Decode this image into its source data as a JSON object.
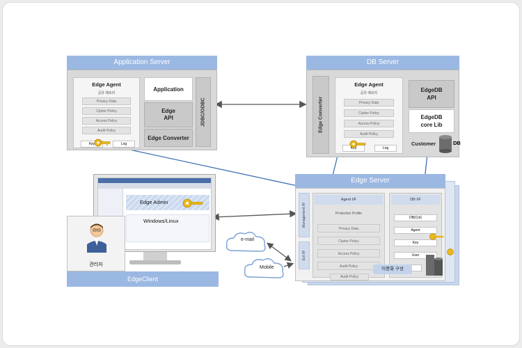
{
  "app_server": {
    "title": "Application Server",
    "agent_title": "Edge Agent",
    "agent_sub": "공유 메모리",
    "policies": [
      "Privacy Data",
      "Cipher Policy",
      "Access Policy",
      "Audit Policy"
    ],
    "key": "Key",
    "log": "Log",
    "application": "Application",
    "edge_api": "Edge\nAPI",
    "edge_converter": "Edge Converter",
    "jdbc": "JDBC/ODBC"
  },
  "db_server": {
    "title": "DB Server",
    "side": "Edge Converter",
    "agent_title": "Edge Agent",
    "agent_sub": "공유 메모리",
    "policies": [
      "Privacy Data",
      "Cipher Policy",
      "Access Policy",
      "Audit Policy"
    ],
    "key": "Key",
    "log": "Log",
    "edgedb_api": "EdgeDB\nAPI",
    "edgedb_core": "EdgeDB\ncore Lib",
    "customer": "Customer",
    "db": "DB"
  },
  "edge_server": {
    "title": "Edge Server",
    "mgmt": "Management I/F",
    "ext": "Ext I/F",
    "agent_if": "Agent I/F",
    "db_if": "DB I/F",
    "agent_items": [
      "Protection Profile",
      "Privacy Data",
      "Cipher Policy",
      "Access Policy",
      "Audit Policy"
    ],
    "db_items": [
      "DB(Col)",
      "Agent",
      "Key",
      "User",
      "Log"
    ],
    "dup": "이중화 구성",
    "audit_back": "Audit Policy"
  },
  "client": {
    "admin": "Edge  Admin",
    "os": "Windows/Linux",
    "manager": "관리자",
    "label": "EdgeClient"
  },
  "clouds": {
    "email": "e-mail",
    "mobile": "Mobile"
  },
  "colors": {
    "header_blue": "#9bb8e2",
    "arrow_blue": "#3f6fb3",
    "key_yellow": "#e8b820"
  }
}
